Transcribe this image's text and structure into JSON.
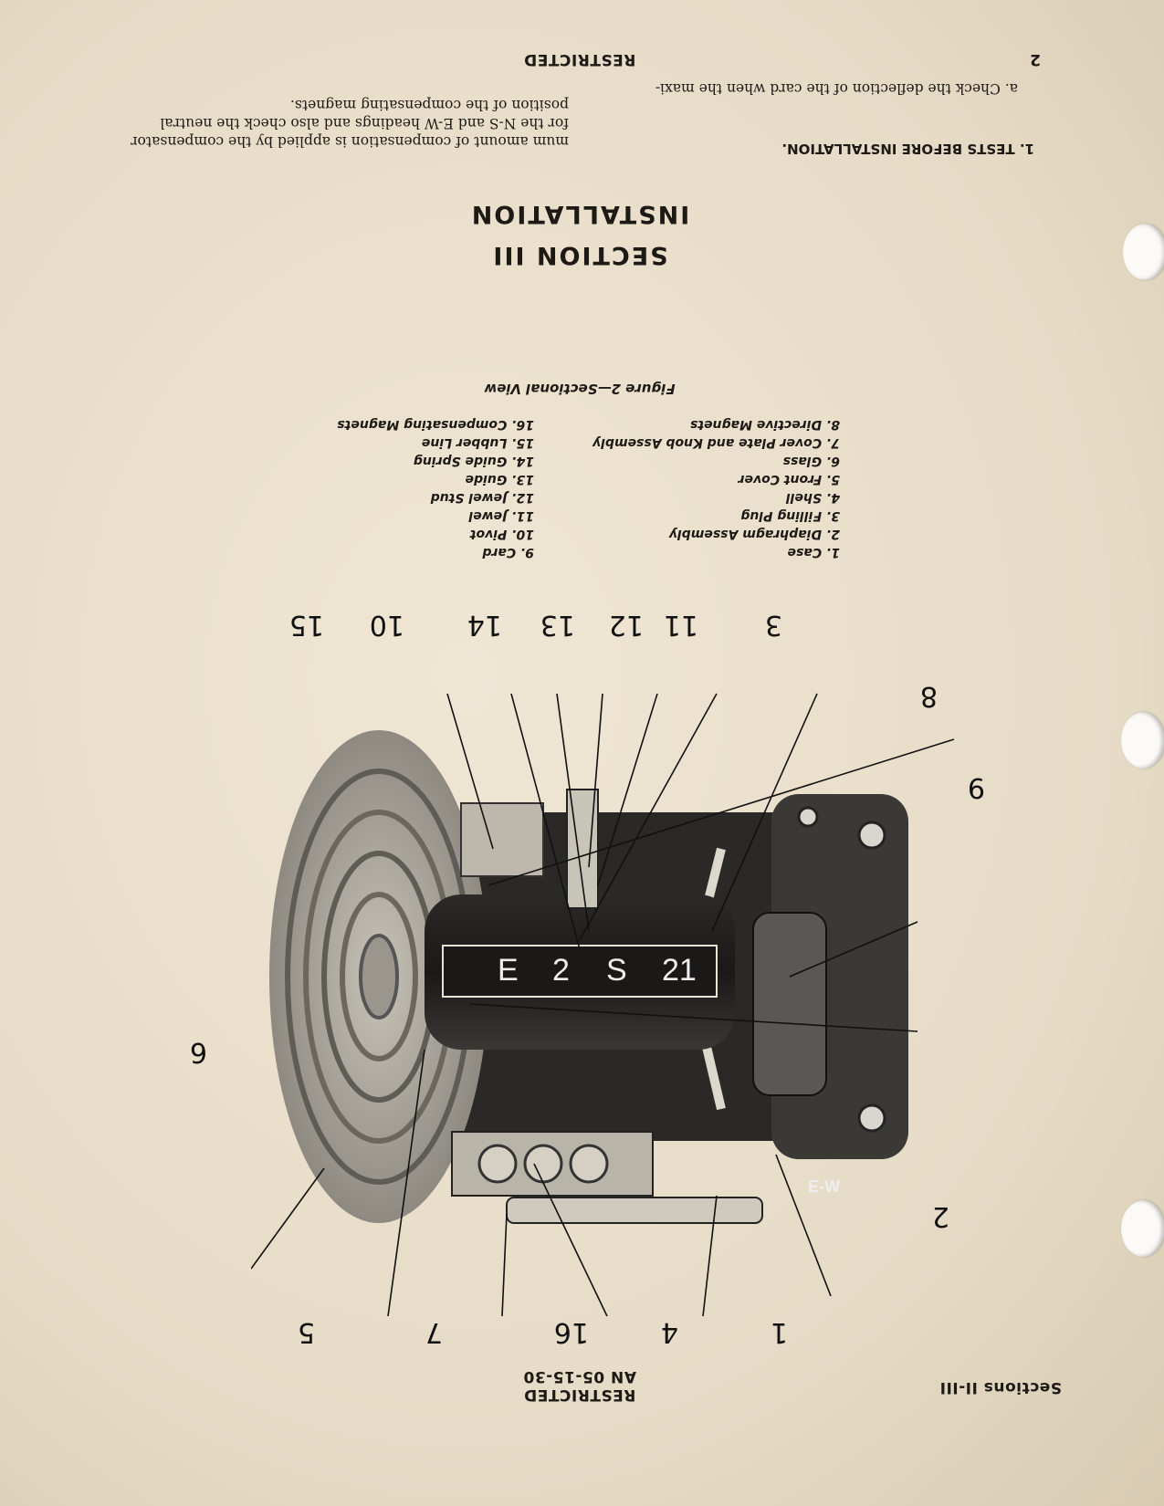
{
  "header": {
    "left": "Sections II-III",
    "center_line1": "RESTRICTED",
    "center_line2": "AN 05-15-30"
  },
  "section": {
    "number": "SECTION III",
    "title": "INSTALLATION"
  },
  "subsection": {
    "heading": "1. TESTS BEFORE INSTALLATION.",
    "item": "a. Check the deflection of the card when the maxi-",
    "continuation": "mum amount of compensation is applied by the compensator for the N-S and E-W headings and also check the neutral position of the compensating magnets."
  },
  "figure": {
    "caption": "Figure 2—Sectional View",
    "parts_left": [
      "1. Case",
      "2. Diaphragm Assembly",
      "3. Filling Plug",
      "4. Shell",
      "5. Front Cover",
      "6. Glass",
      "7. Cover Plate and Knob Assembly",
      "8. Directive Magnets"
    ],
    "parts_right": [
      "9. Card",
      "10. Pivot",
      "11. Jewel",
      "12. Jewel Stud",
      "13. Guide",
      "14. Guide Spring",
      "15. Lubber Line",
      "16. Compensating Magnets"
    ],
    "callouts_top": [
      "3",
      "11",
      "12",
      "13",
      "14",
      "10",
      "15"
    ],
    "callouts_bottom": [
      "1",
      "4",
      "16",
      "7",
      "5"
    ],
    "callouts_side": [
      "2",
      "6",
      "8",
      "9"
    ],
    "card_markings": [
      "21",
      "S",
      "2",
      "E"
    ],
    "ew_label": "E-W"
  },
  "footer": {
    "page_number": "2",
    "restricted": "RESTRICTED"
  },
  "colors": {
    "paper": "#e9dfcc",
    "ink": "#1d1a16"
  }
}
